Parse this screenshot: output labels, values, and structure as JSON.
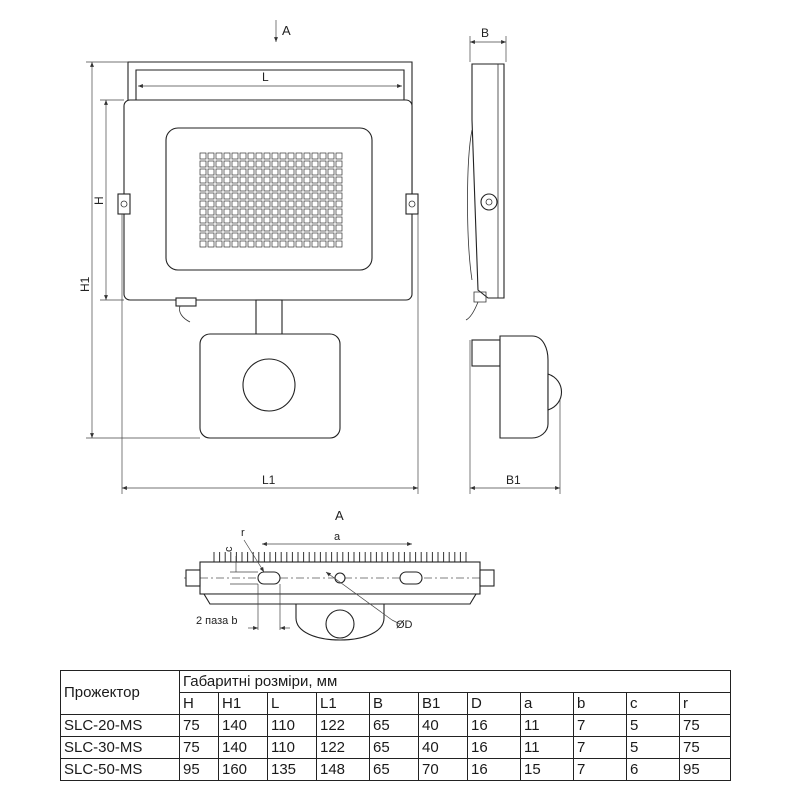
{
  "drawing": {
    "view_marker": "A",
    "section_title": "A",
    "front": {
      "width_label": "L",
      "height_label": "H",
      "total_height_label": "H1",
      "total_width_label": "L1"
    },
    "side": {
      "depth_label": "B",
      "total_depth_label": "B1"
    },
    "bottom": {
      "radius_label": "r",
      "c_label": "c",
      "a_label": "a",
      "slots_label": "2 паза b",
      "diameter_label": "ØD"
    }
  },
  "table": {
    "product_header": "Прожектор",
    "group_header": "Габаритні розміри, мм",
    "columns": [
      "H",
      "H1",
      "L",
      "L1",
      "B",
      "B1",
      "D",
      "a",
      "b",
      "c",
      "r"
    ],
    "rows": [
      {
        "model": "SLC-20-MS",
        "values": [
          "75",
          "140",
          "110",
          "122",
          "65",
          "40",
          "16",
          "11",
          "7",
          "5",
          "75"
        ]
      },
      {
        "model": "SLC-30-MS",
        "values": [
          "75",
          "140",
          "110",
          "122",
          "65",
          "40",
          "16",
          "11",
          "7",
          "5",
          "75"
        ]
      },
      {
        "model": "SLC-50-MS",
        "values": [
          "95",
          "160",
          "135",
          "148",
          "65",
          "70",
          "16",
          "15",
          "7",
          "6",
          "95"
        ]
      }
    ]
  }
}
